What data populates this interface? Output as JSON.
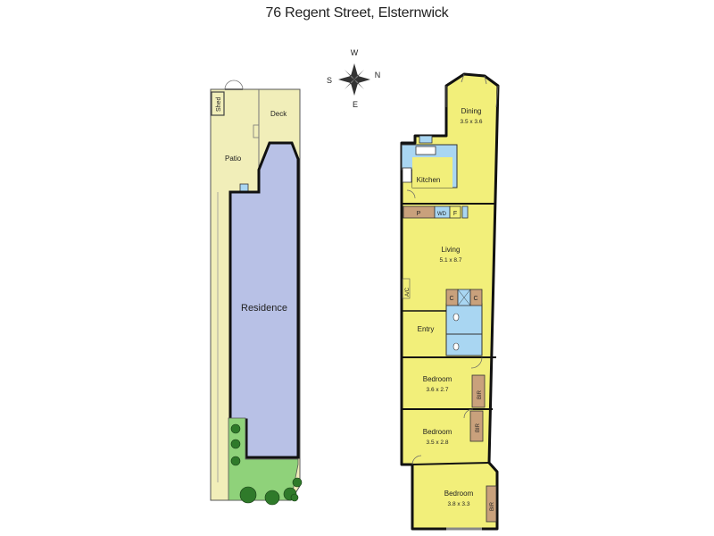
{
  "title": "76 Regent Street, Elsternwick",
  "colors": {
    "outdoor": "#f1eeb9",
    "building": "#b8c1e6",
    "interior": "#f2ef7a",
    "garden": "#8fd27a",
    "wet": "#a9d6f2",
    "joinery": "#c9a17c",
    "wall": "#111111"
  },
  "compass": {
    "north": "N",
    "south": "S",
    "east": "E",
    "west": "W"
  },
  "site_plan": {
    "shed": "Shed",
    "deck": "Deck",
    "patio": "Patio",
    "residence": "Residence"
  },
  "floor_plan": {
    "dining": {
      "name": "Dining",
      "size": "3.5 x 3.6"
    },
    "kitchen": {
      "name": "Kitchen"
    },
    "pantry": "P",
    "wd": "WD",
    "fridge": "F",
    "living": {
      "name": "Living",
      "size": "5.1 x 8.7"
    },
    "ac": "A/C",
    "cupboard1": "C",
    "cupboard2": "C",
    "entry": "Entry",
    "bedroom1": {
      "name": "Bedroom",
      "size": "3.6 x 2.7"
    },
    "bir1": "BIR",
    "bedroom2": {
      "name": "Bedroom",
      "size": "3.5 x 2.8"
    },
    "bir2": "BIR",
    "bedroom3": {
      "name": "Bedroom",
      "size": "3.8 x 3.3"
    },
    "bir3": "BIR"
  }
}
